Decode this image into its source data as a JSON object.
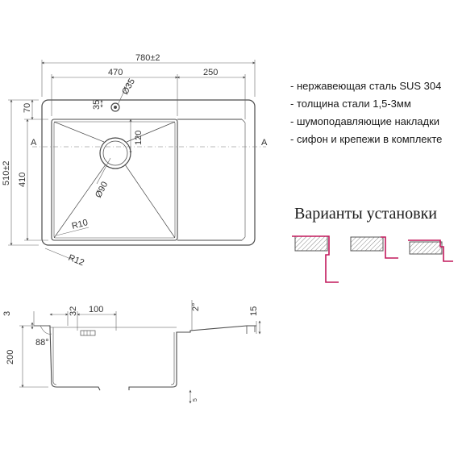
{
  "specs": [
    "- нержавеющая сталь SUS 304",
    "- толщина стали 1,5-3мм",
    "- шумоподавляющие накладки",
    "- сифон и крепежи в комплекте"
  ],
  "variants_title": "Варианты установки",
  "dimensions": {
    "total_width": "780±2",
    "bowl_width": "470",
    "wing_width": "250",
    "total_depth": "510±2",
    "bowl_depth": "410",
    "top_margin": "70",
    "tap_hole_offset": "35",
    "tap_hole_dia": "Ø35",
    "drain_offset": "120",
    "drain_dia": "Ø90",
    "inner_radius": "R10",
    "outer_radius": "R12",
    "section_label": "A",
    "rim_thickness": "3",
    "overflow_offset": "32",
    "overflow_width": "100",
    "wing_slope": "2°",
    "wing_height": "15",
    "bowl_height": "200",
    "wall_angle": "88°",
    "foot_height": "5"
  },
  "colors": {
    "line": "#4a4a4a",
    "dim_line": "#666666",
    "mount_accent": "#c2185b",
    "hatch": "#888888"
  }
}
